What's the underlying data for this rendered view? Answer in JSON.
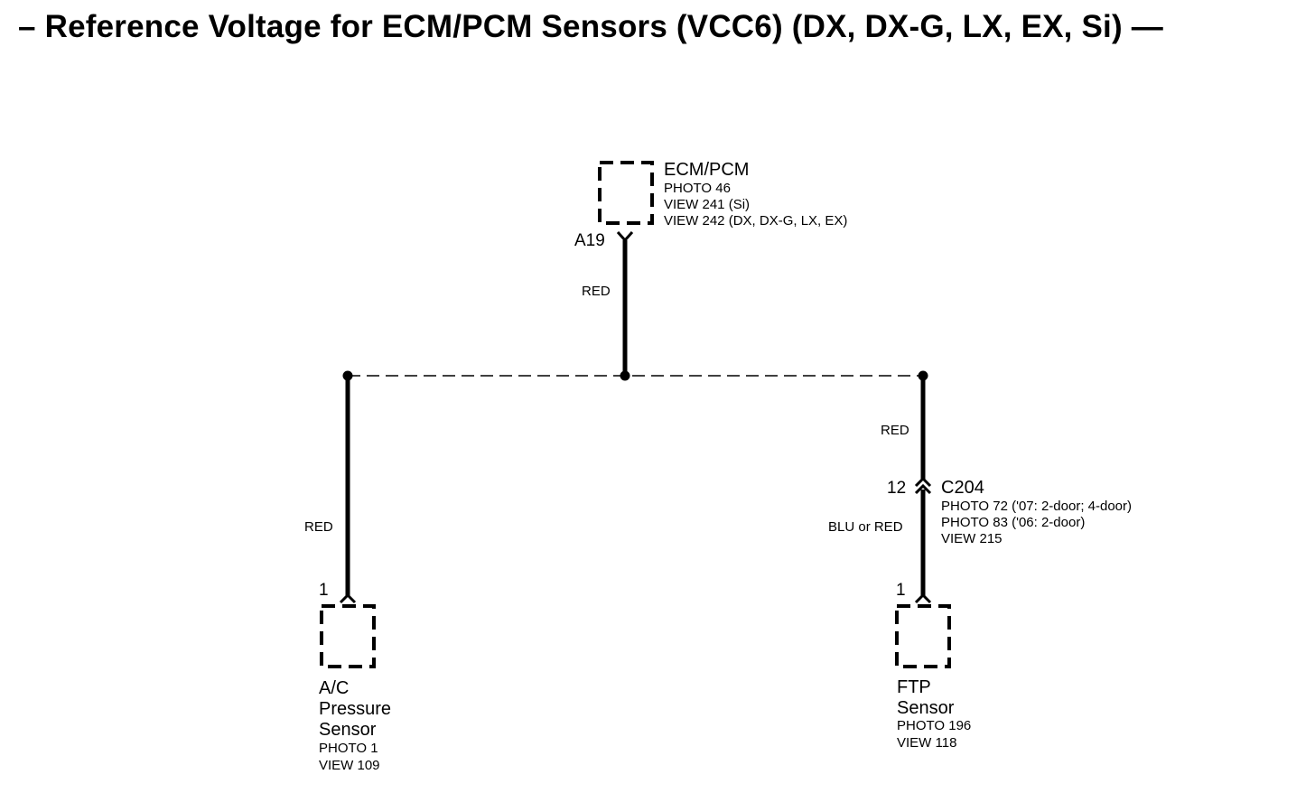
{
  "title": "– Reference Voltage for ECM/PCM Sensors (VCC6) (DX, DX-G, LX, EX, Si) —",
  "components": {
    "ecm": {
      "name": "ECM/PCM",
      "refs": [
        "PHOTO 46",
        "VIEW 241 (Si)",
        "VIEW 242 (DX, DX-G, LX, EX)"
      ],
      "pin": "A19"
    },
    "ac_sensor": {
      "name_lines": [
        "A/C",
        "Pressure",
        "Sensor"
      ],
      "refs": [
        "PHOTO 1",
        "VIEW 109"
      ],
      "pin": "1"
    },
    "ftp_sensor": {
      "name_lines": [
        "FTP",
        "Sensor"
      ],
      "refs": [
        "PHOTO 196",
        "VIEW 118"
      ],
      "pin": "1"
    },
    "c204": {
      "name": "C204",
      "pin": "12",
      "refs": [
        "PHOTO 72 ('07: 2-door; 4-door)",
        "PHOTO 83 ('06: 2-door)",
        "VIEW 215"
      ]
    }
  },
  "wires": {
    "ecm_to_splice": "RED",
    "ac_branch": "RED",
    "ftp_upper": "RED",
    "ftp_lower": "BLU or RED"
  }
}
